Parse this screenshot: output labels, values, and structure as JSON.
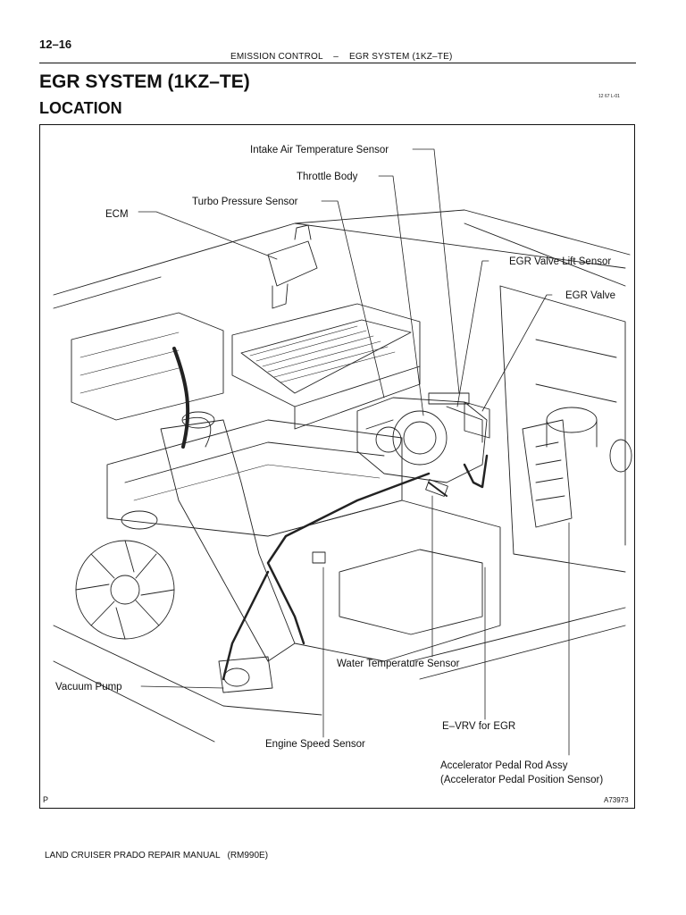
{
  "header": {
    "page_number": "12–16",
    "running_head": "EMISSION CONTROL    –    EGR SYSTEM (1KZ–TE)"
  },
  "title": "EGR SYSTEM (1KZ–TE)",
  "subtitle": "LOCATION",
  "ref_code": "12 67 L-01",
  "diagram": {
    "labels": {
      "intake_air_temp_sensor": "Intake Air Temperature Sensor",
      "throttle_body": "Throttle Body",
      "turbo_pressure_sensor": "Turbo Pressure Sensor",
      "ecm": "ECM",
      "egr_valve_lift_sensor": "EGR Valve Lift Sensor",
      "egr_valve": "EGR Valve",
      "water_temp_sensor": "Water Temperature Sensor",
      "vacuum_pump": "Vacuum Pump",
      "e_vrv_for_egr": "E–VRV for EGR",
      "engine_speed_sensor": "Engine Speed Sensor",
      "accel_pedal_rod_assy": "Accelerator Pedal Rod Assy",
      "accel_pedal_position_sensor": "(Accelerator Pedal Position Sensor)"
    },
    "corner_mark": "P",
    "figure_code": "A73973"
  },
  "footer": "LAND CRUISER PRADO REPAIR MANUAL   (RM990E)"
}
